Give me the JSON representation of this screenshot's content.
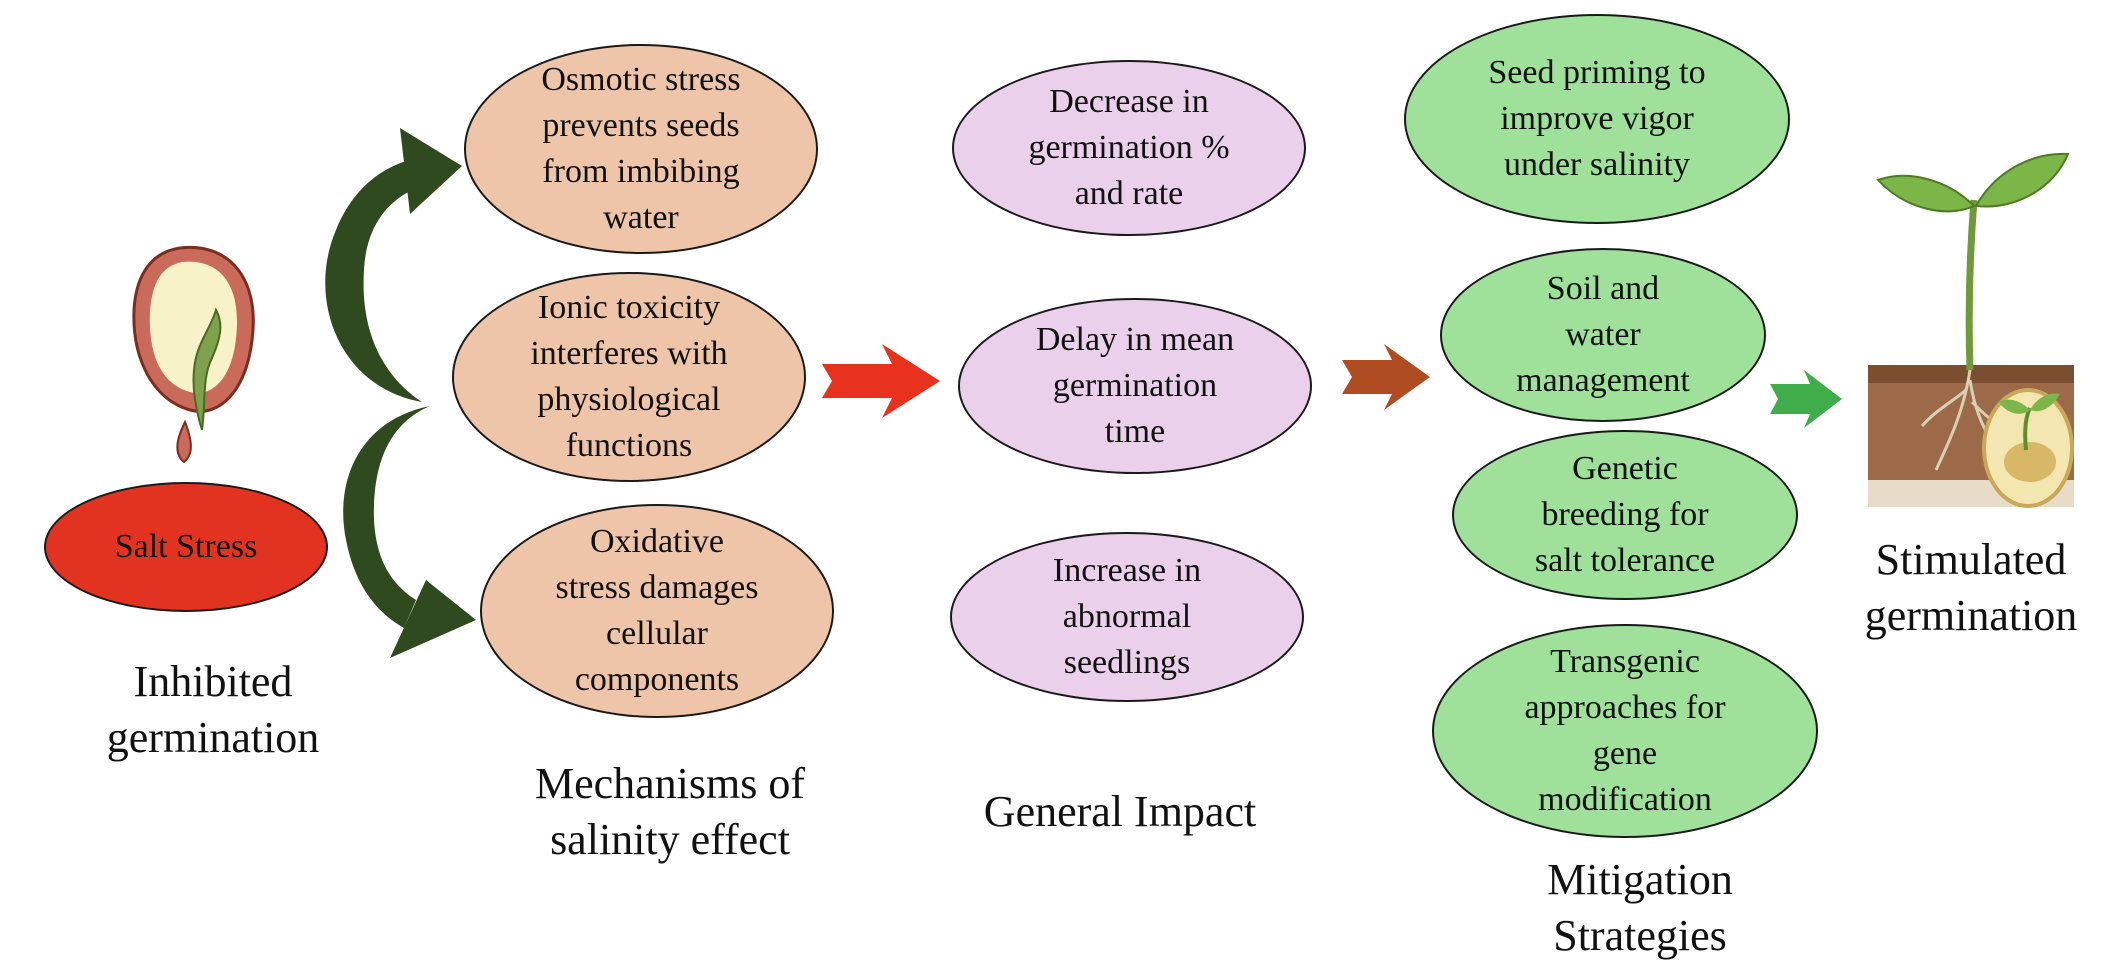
{
  "inhibited": {
    "salt_stress": "Salt Stress",
    "caption": "Inhibited\ngermination"
  },
  "mechanisms": {
    "items": [
      "Osmotic stress\nprevents seeds\nfrom imbibing\nwater",
      "Ionic toxicity\ninterferes with\nphysiological\nfunctions",
      "Oxidative\nstress damages\ncellular\ncomponents"
    ],
    "caption": "Mechanisms of\nsalinity effect"
  },
  "impact": {
    "items": [
      "Decrease in\ngermination %\nand rate",
      "Delay in mean\ngermination\ntime",
      "Increase in\nabnormal\nseedlings"
    ],
    "caption": "General Impact"
  },
  "mitigation": {
    "items": [
      "Seed priming to\nimprove vigor\nunder salinity",
      "Soil and\nwater\nmanagement",
      "Genetic\nbreeding for\nsalt tolerance",
      "Transgenic\napproaches for\ngene\nmodification"
    ],
    "caption": "Mitigation\nStrategies"
  },
  "stimulated": {
    "caption": "Stimulated\ngermination"
  },
  "colors": {
    "mechanism_fill": "#eec5a9",
    "impact_fill": "#ead0ea",
    "mitigation_fill": "#9fe09a",
    "salt_fill": "#e23320",
    "curved_arrow": "#2e4a1e",
    "arrow_red": "#e8321e",
    "arrow_brown": "#b04c22",
    "arrow_green": "#3fae4a"
  },
  "icons": [
    "seed-inhibited-icon",
    "seedling-soil-icon"
  ]
}
